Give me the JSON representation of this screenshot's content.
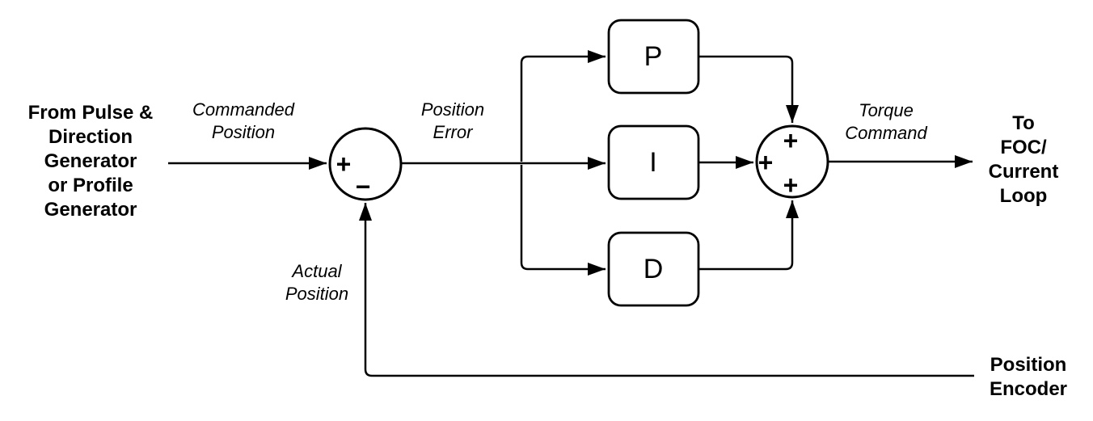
{
  "diagram": {
    "type": "block-diagram",
    "subject": "PID position control loop",
    "colors": {
      "background": "#ffffff",
      "stroke": "#000000",
      "text": "#000000"
    },
    "labels": {
      "source": {
        "text": "From Pulse &\nDirection\nGenerator\nor Profile\nGenerator"
      },
      "commanded_position": {
        "text": "Commanded\nPosition"
      },
      "position_error": {
        "text": "Position\nError"
      },
      "torque_command": {
        "text": "Torque\nCommand"
      },
      "output": {
        "text": "To FOC/\nCurrent\nLoop"
      },
      "actual_position": {
        "text": "Actual\nPosition"
      },
      "position_encoder": {
        "text": "Position\nEncoder"
      }
    },
    "blocks": [
      {
        "id": "proportional",
        "label": "P"
      },
      {
        "id": "integral",
        "label": "I"
      },
      {
        "id": "derivative",
        "label": "D"
      }
    ],
    "summing_junctions": [
      {
        "id": "position-sum",
        "signs": {
          "left": "+",
          "bottom": "−"
        }
      },
      {
        "id": "torque-sum",
        "signs": {
          "top": "+",
          "left": "+",
          "bottom": "+"
        }
      }
    ],
    "connections": [
      "source -> position-sum (Commanded Position)",
      "position-sum -> P, I, D (Position Error)",
      "P + I + D -> torque-sum",
      "torque-sum -> output (Torque Command)",
      "position encoder -> position-sum minus input (Actual Position)"
    ]
  }
}
